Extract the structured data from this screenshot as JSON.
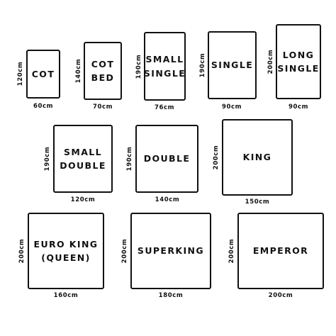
{
  "beds": [
    {
      "name": "COT",
      "width": "60cm",
      "length": "120cm"
    },
    {
      "name": "COT\nBED",
      "width": "70cm",
      "length": "140cm"
    },
    {
      "name": "SMALL\nSINGLE",
      "width": "76cm",
      "length": "190cm"
    },
    {
      "name": "SINGLE",
      "width": "90cm",
      "length": "190cm"
    },
    {
      "name": "LONG\nSINGLE",
      "width": "90cm",
      "length": "200cm"
    },
    {
      "name": "SMALL\nDOUBLE",
      "width": "120cm",
      "length": "190cm"
    },
    {
      "name": "DOUBLE",
      "width": "140cm",
      "length": "190cm"
    },
    {
      "name": "KING",
      "width": "150cm",
      "length": "200cm"
    },
    {
      "name": "EURO KING\n(QUEEN)",
      "width": "160cm",
      "length": "200cm"
    },
    {
      "name": "SUPERKING",
      "width": "180cm",
      "length": "200cm"
    },
    {
      "name": "EMPEROR",
      "width": "200cm",
      "length": "200cm"
    }
  ]
}
